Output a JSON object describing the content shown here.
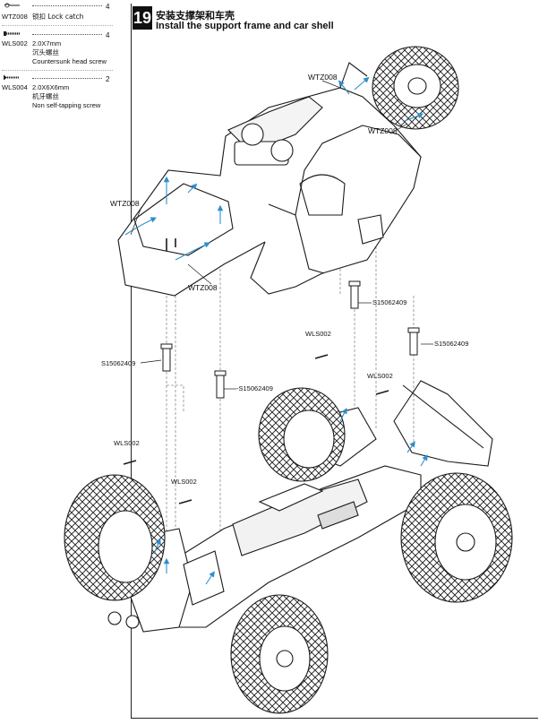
{
  "step": {
    "number": "19",
    "title_cn": "安装支撑架和车壳",
    "title_en": "Install the support frame and car shell"
  },
  "parts": [
    {
      "code": "WTZ008",
      "qty": "4",
      "lines": [
        "锁扣 Lock catch"
      ]
    },
    {
      "code": "WLS002",
      "qty": "4",
      "lines": [
        "2.0X7mm",
        "沉头螺丝",
        "Countersunk head screw"
      ]
    },
    {
      "code": "WLS004",
      "qty": "2",
      "lines": [
        "2.0X6X6mm",
        "机牙螺丝",
        "Non self-tapping screw"
      ]
    }
  ],
  "callouts": {
    "wtz_1": "WTZ008",
    "wtz_2": "WTZ008",
    "wtz_3": "WTZ008",
    "wtz_4": "WTZ008",
    "s_1": "S15062409",
    "s_2": "S15062409",
    "s_3": "S15062409",
    "s_4": "-S15062409",
    "wls_1": "WLS002",
    "wls_2": "WLS002",
    "wls_3": "WLS002",
    "wls_4": "WLS002"
  },
  "colors": {
    "ink": "#1a1a1a",
    "accent": "#2f8fc9",
    "guide": "#8c8c8c"
  }
}
